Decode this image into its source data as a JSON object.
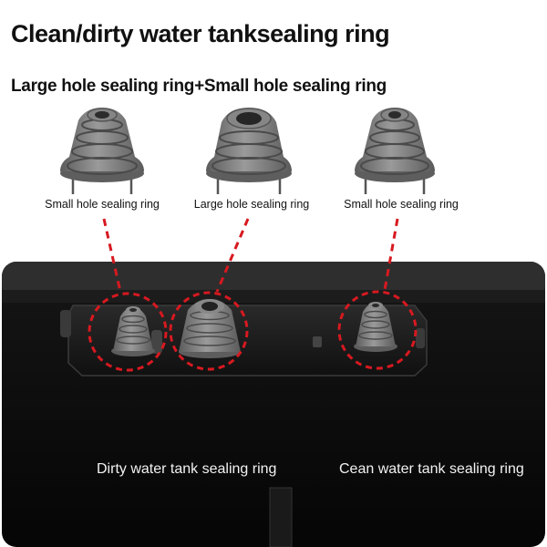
{
  "header": {
    "title": "Clean/dirty water tanksealing ring",
    "subtitle": "Large hole sealing ring+Small hole sealing ring"
  },
  "parts": [
    {
      "label": "Small hole sealing ring",
      "icon": "small-hole-sealing-ring-icon"
    },
    {
      "label": "Large hole sealing ring",
      "icon": "large-hole-sealing-ring-icon"
    },
    {
      "label": "Small hole sealing ring",
      "icon": "small-hole-sealing-ring-icon"
    }
  ],
  "tank": {
    "dirty_label": "Dirty water tank sealing ring",
    "clean_label": "Cean water tank sealing ring"
  },
  "colors": {
    "highlight": "#d71920",
    "rubber": "#7c7c7c",
    "tank": "#0b0b0b"
  }
}
